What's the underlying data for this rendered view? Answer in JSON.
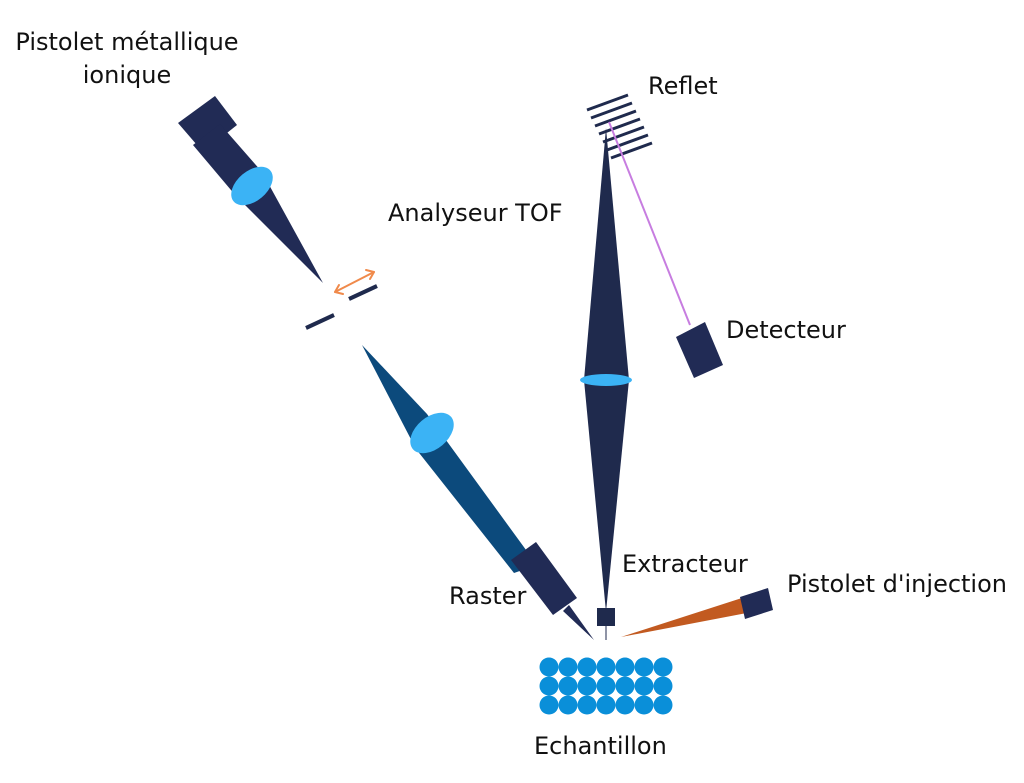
{
  "labels": {
    "ion_gun_line1": "Pistolet métallique",
    "ion_gun_line2": "ionique",
    "reflectron": "Reflet",
    "tof_analyzer": "Analyseur TOF",
    "detector": "Detecteur",
    "extractor": "Extracteur",
    "injection_gun": "Pistolet d'injection",
    "raster": "Raster",
    "sample": "Echantillon"
  },
  "colors": {
    "dark_navy": "#1f2a4d",
    "gun_navy": "#212b55",
    "beam_blue": "#0c4a7c",
    "lens_blue": "#3bb3f5",
    "sample_blue": "#0a8fd9",
    "injection_orange": "#c25a20",
    "aperture_arrow": "#f08a4b",
    "reflect_ray": "#c77de0",
    "text": "#111111"
  },
  "icons": {
    "aperture_arrow": "double-headed-arrow",
    "sample": "circle-grid"
  }
}
